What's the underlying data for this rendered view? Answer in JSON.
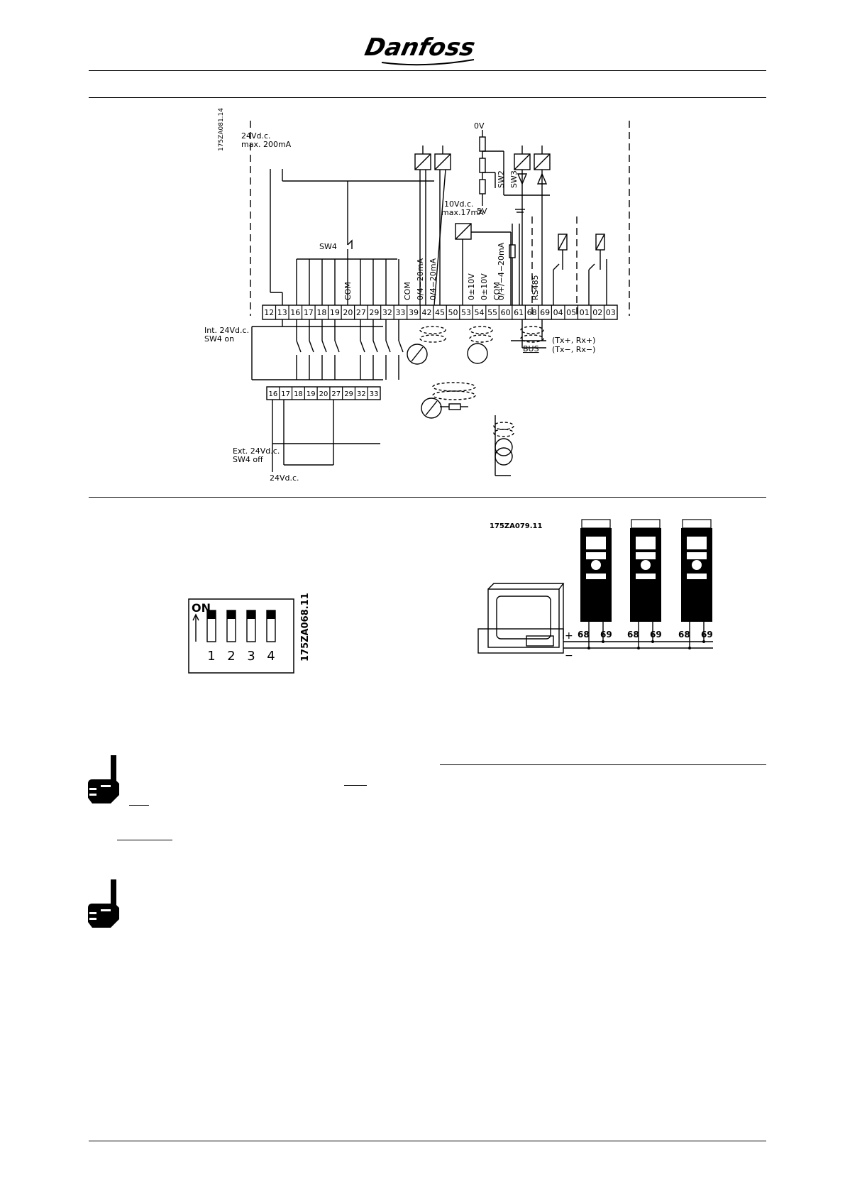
{
  "logo_text": "Danfoss",
  "wiring": {
    "drawing_code": "175ZA081.14",
    "supply_24v_line1": "24Vd.c.",
    "supply_24v_line2": "max. 200mA",
    "supply_10v_line1": "10Vd.c.",
    "supply_10v_line2": "max.17mA",
    "label_0v": "0V",
    "label_5v": "5V",
    "label_sw2": "SW2",
    "label_sw3": "SW3",
    "label_sw4": "SW4",
    "int_label_line1": "Int. 24Vd.c.",
    "int_label_line2": "SW4 on",
    "ext_label_line1": "Ext. 24Vd.c.",
    "ext_label_line2": "SW4 off",
    "ext_supply_label": "24Vd.c.",
    "bus_label": "BUS",
    "bus_tx_plus": "(Tx+, Rx+)",
    "bus_tx_minus": "(Tx−, Rx−)",
    "terminals": [
      "12",
      "13",
      "16",
      "17",
      "18",
      "19",
      "20",
      "27",
      "29",
      "32",
      "33",
      "39",
      "42",
      "45",
      "50",
      "53",
      "54",
      "55",
      "60",
      "61",
      "68",
      "69",
      "04",
      "05",
      "01",
      "02",
      "03"
    ],
    "ext_terminals": [
      "16",
      "17",
      "18",
      "19",
      "20",
      "27",
      "29",
      "32",
      "33"
    ],
    "vertical_labels": {
      "com_20": "COM",
      "com_39": "COM",
      "a42": "0/4−20mA",
      "a45": "0/4−20mA",
      "v53": "0±10V",
      "v54": "0±10V",
      "com_55": "COM",
      "a60": "0/+/−4−20mA",
      "rs485": "RS485"
    }
  },
  "dip": {
    "drawing_code": "175ZA068.11",
    "on_label": "ON",
    "numbers": [
      "1",
      "2",
      "3",
      "4"
    ]
  },
  "network": {
    "drawing_code": "175ZA079.11",
    "plus": "+",
    "minus": "−",
    "terminal_a": "68",
    "terminal_b": "69"
  }
}
